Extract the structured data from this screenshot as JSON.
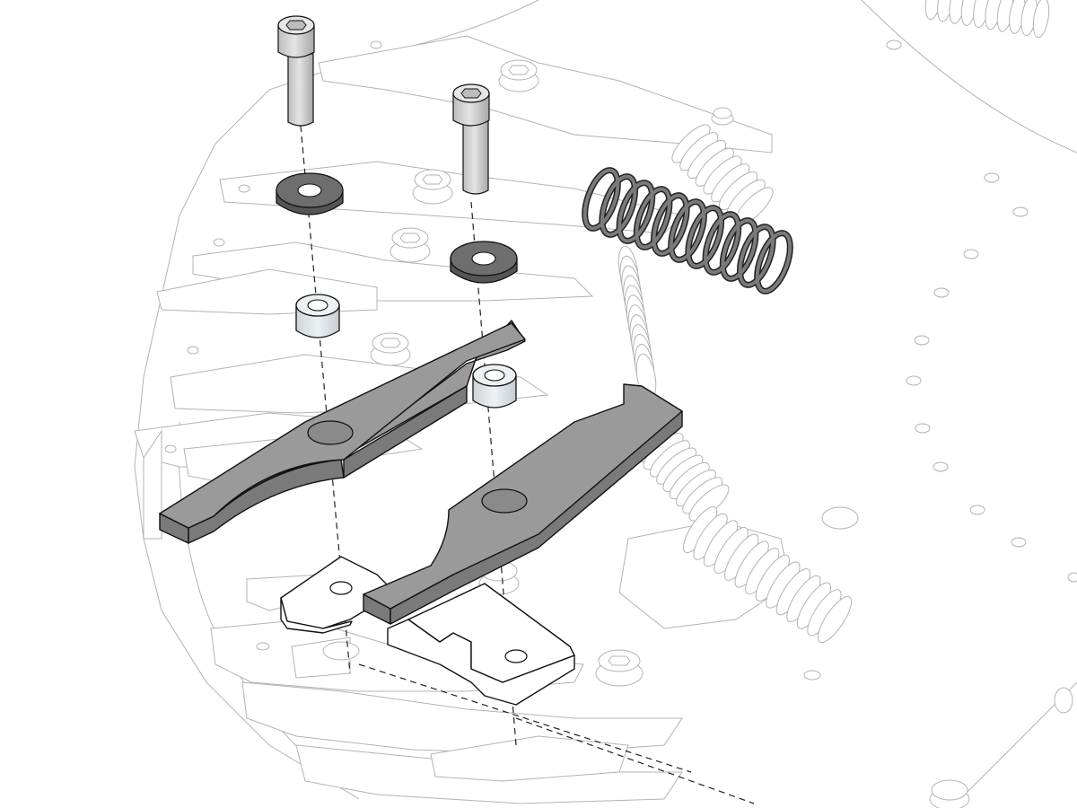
{
  "figure": {
    "kind": "exploded-assembly-drawing",
    "colors": {
      "background": "#ffffff",
      "ghost_line": "#b3b3b3",
      "arm_fill": "#9a9a9a",
      "arm_side": "#7a7a7a",
      "washer_fill": "#6e6e6e",
      "spacer_fill": "#dde1e4",
      "screw_fill": "#d2d2d2",
      "spring_fill": "#6a6a6a",
      "outline": "#111111"
    },
    "parts": [
      {
        "name": "cap-screw",
        "count": 2,
        "icon": "socket-head-screw"
      },
      {
        "name": "washer",
        "count": 2,
        "icon": "dark-washer"
      },
      {
        "name": "spacer",
        "count": 2,
        "icon": "light-sleeve"
      },
      {
        "name": "lever-arm",
        "count": 2,
        "icon": "dark-lever"
      },
      {
        "name": "base-plate",
        "count": 2,
        "icon": "white-bracket"
      },
      {
        "name": "compression-spring",
        "count": 1,
        "icon": "dark-coil-spring"
      }
    ]
  }
}
